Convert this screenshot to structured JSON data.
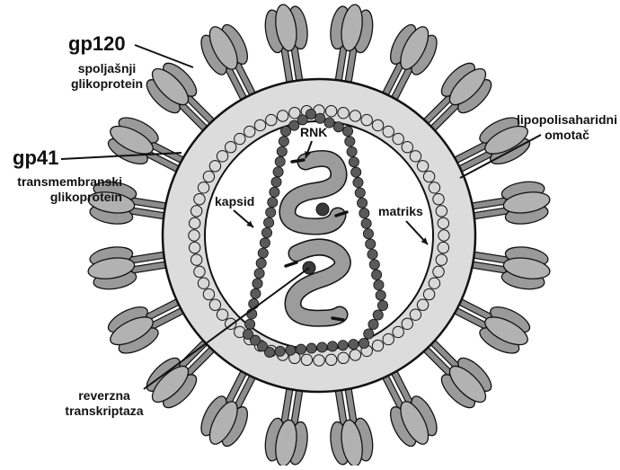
{
  "labels": {
    "gp120": "gp120",
    "gp120_desc_1": "spoljašnji",
    "gp120_desc_2": "glikoprotein",
    "gp41": "gp41",
    "gp41_desc_1": "transmembranski",
    "gp41_desc_2": "glikoprotein",
    "rnk": "RNK",
    "kapsid": "kapsid",
    "matriks": "matriks",
    "lipo_1": "lipopolisaharidni",
    "lipo_2": "omotač",
    "rt_1": "reverzna",
    "rt_2": "transkriptaza"
  },
  "colors": {
    "envelope_fill": "#dcdcdc",
    "inner_fill": "#ffffff",
    "outline": "#111111",
    "matrix_bead": "#d8d8d8",
    "capsid_bead": "#5a5a5a",
    "spike_head": "#9a9a9a",
    "spike_stalk": "#8c8c8c",
    "rna": "#9c9c9c",
    "enzyme": "#3a3a3a"
  },
  "icons": [
    "virus-envelope",
    "glycoprotein-spike",
    "capsid-bead",
    "rna-strand",
    "reverse-transcriptase-dot"
  ]
}
